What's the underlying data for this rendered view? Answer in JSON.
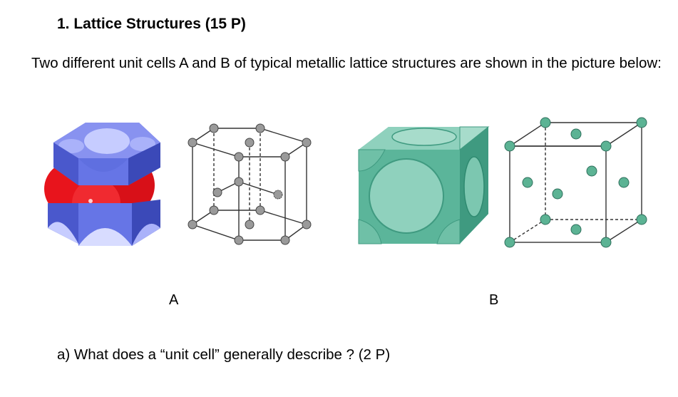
{
  "heading": "1.  Lattice Structures (15 P)",
  "intro": "Two different unit cells A and B of typical metallic lattice structures are shown in the picture below:",
  "figures": {
    "label_a": "A",
    "label_b": "B",
    "colors": {
      "hcp_blue": "#5f6fe0",
      "hcp_blue_dark": "#3b49b8",
      "hcp_red": "#e8141c",
      "fcc_teal": "#5bb59a",
      "fcc_teal_light": "#8fd1bd",
      "atom_grey": "#9a9a9a",
      "atom_teal": "#5cb394"
    }
  },
  "question_a": "a)  What does a “unit cell” generally describe ? (2 P)"
}
